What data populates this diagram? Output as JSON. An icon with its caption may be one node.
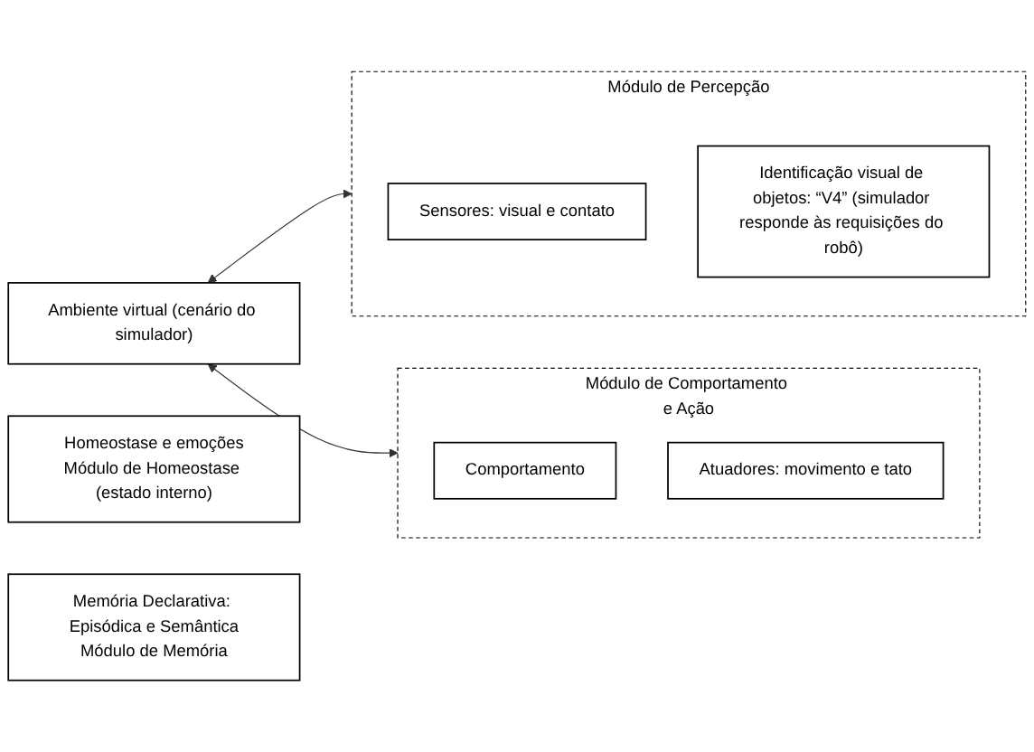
{
  "diagram": {
    "nodes": [
      {
        "text": [
          "Ambiente virtual (cenário do simulador)"
        ]
      },
      {
        "text": [
          "Módulo de Percepção"
        ]
      },
      {
        "text": [
          "Sensores: visual e contato"
        ],
        "in": 1
      },
      {
        "text": [
          "Identificação visual de objetos: “V4” (simulador responde às requisições do robô)"
        ],
        "in": 1
      },
      {
        "text": [
          "Homeostase e emoções",
          "Módulo de Homeostase (estado interno)"
        ]
      },
      {
        "text": [
          "Memória Declarativa: Episódica e Semântica",
          "Módulo de Memória"
        ]
      },
      {
        "text": [
          "Módulo de Comportamento e Ação"
        ]
      },
      {
        "text": [
          "Comportamento"
        ],
        "in": 6
      },
      {
        "text": [
          "Atuadores: movimento e tato"
        ],
        "in": 6
      }
    ],
    "edges": [
      {
        "from": 0,
        "to": 1,
        "arrow": "both"
      },
      {
        "from": 0,
        "to": 6,
        "arrow": "both"
      }
    ]
  }
}
